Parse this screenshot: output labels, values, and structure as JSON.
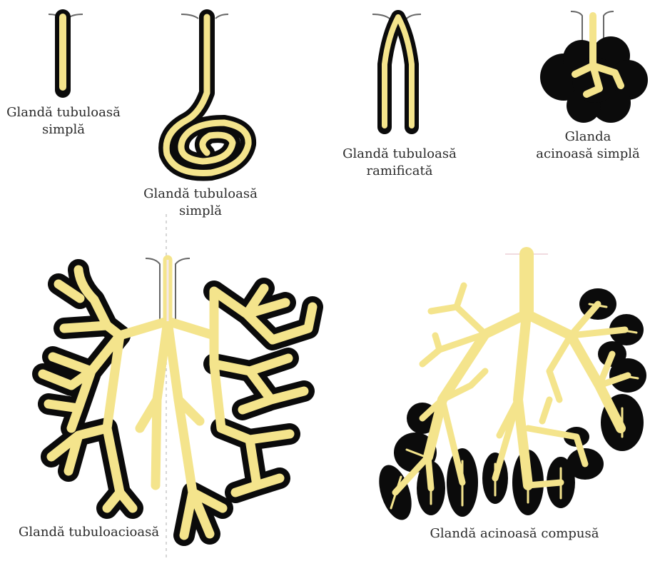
{
  "colors": {
    "secretory_wall": "#0b0b0b",
    "lumen": "#f4e48c",
    "lumen_highlight": "#f1dbe0",
    "label_text": "#2a2a2a",
    "divider": "#c9c9c9"
  },
  "labels": {
    "simple_tubular": {
      "line1": "Glandă tubuloasă",
      "line2": "simplă"
    },
    "coiled_tubular": {
      "line1": "Glandă tubuloasă",
      "line2": "simplă"
    },
    "branched_tubular": {
      "line1": "Glandă tubuloasă",
      "line2": "ramificată"
    },
    "simple_acinar": {
      "line1": "Glanda",
      "line2": "acinoasă simplă"
    },
    "tubuloacinar": {
      "line1": "Glandă tubuloacioasă"
    },
    "compound_acinar": {
      "line1": "Glandă acinoasă compusă"
    }
  }
}
